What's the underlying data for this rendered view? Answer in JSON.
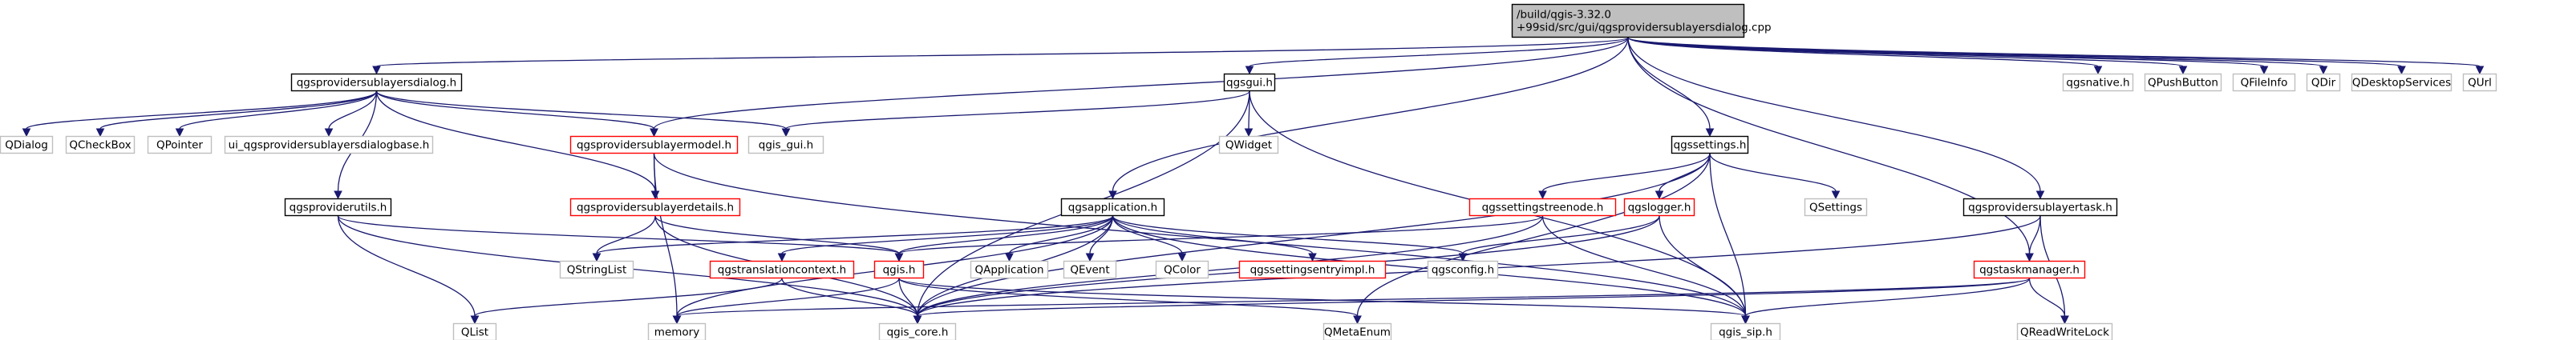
{
  "root": {
    "line1": "/build/qgis-3.32.0",
    "line2": "+99sid/src/gui/qgsprovidersublayersdialog.cpp"
  },
  "styles": {
    "root_fill": "#bfbfbf",
    "root_stroke": "#000000",
    "doc_stroke": "#000000",
    "missing_stroke": "#bfbfbf",
    "external_stroke": "#bfbfbf",
    "red_stroke": "#ff0000",
    "edge_color": "#191970",
    "node_fill": "#ffffff"
  },
  "nodes": [
    {
      "id": "qgsprovidersublayersdialog_h",
      "label": "qgsprovidersublayersdialog.h",
      "kind": "doc"
    },
    {
      "id": "qgsgui_h",
      "label": "qgsgui.h",
      "kind": "doc"
    },
    {
      "id": "qgsnative_h",
      "label": "qgsnative.h",
      "kind": "ext"
    },
    {
      "id": "QPushButton",
      "label": "QPushButton",
      "kind": "ext"
    },
    {
      "id": "QFileInfo",
      "label": "QFileInfo",
      "kind": "ext"
    },
    {
      "id": "QDir",
      "label": "QDir",
      "kind": "ext"
    },
    {
      "id": "QDesktopServices",
      "label": "QDesktopServices",
      "kind": "ext"
    },
    {
      "id": "QUrl",
      "label": "QUrl",
      "kind": "ext"
    },
    {
      "id": "QDialog",
      "label": "QDialog",
      "kind": "ext"
    },
    {
      "id": "QCheckBox",
      "label": "QCheckBox",
      "kind": "ext"
    },
    {
      "id": "QPointer",
      "label": "QPointer",
      "kind": "ext"
    },
    {
      "id": "ui_qgsprovidersublayersdialogbase_h",
      "label": "ui_qgsprovidersublayersdialogbase.h",
      "kind": "ext"
    },
    {
      "id": "qgsprovidersublayermodel_h",
      "label": "qgsprovidersublayermodel.h",
      "kind": "red"
    },
    {
      "id": "qgis_gui_h",
      "label": "qgis_gui.h",
      "kind": "ext"
    },
    {
      "id": "QWidget",
      "label": "QWidget",
      "kind": "ext"
    },
    {
      "id": "qgssettings_h",
      "label": "qgssettings.h",
      "kind": "doc"
    },
    {
      "id": "qgsproviderutils_h",
      "label": "qgsproviderutils.h",
      "kind": "doc"
    },
    {
      "id": "qgsprovidersublayerdetails_h",
      "label": "qgsprovidersublayerdetails.h",
      "kind": "red"
    },
    {
      "id": "qgsapplication_h",
      "label": "qgsapplication.h",
      "kind": "doc"
    },
    {
      "id": "qgssettingstreenode_h",
      "label": "qgssettingstreenode.h",
      "kind": "red"
    },
    {
      "id": "qgslogger_h",
      "label": "qgslogger.h",
      "kind": "red"
    },
    {
      "id": "QSettings",
      "label": "QSettings",
      "kind": "ext"
    },
    {
      "id": "qgsprovidersublayertask_h",
      "label": "qgsprovidersublayertask.h",
      "kind": "doc"
    },
    {
      "id": "QStringList",
      "label": "QStringList",
      "kind": "ext"
    },
    {
      "id": "qgstranslationcontext_h",
      "label": "qgstranslationcontext.h",
      "kind": "red"
    },
    {
      "id": "qgis_h",
      "label": "qgis.h",
      "kind": "red"
    },
    {
      "id": "QApplication",
      "label": "QApplication",
      "kind": "ext"
    },
    {
      "id": "QEvent",
      "label": "QEvent",
      "kind": "ext"
    },
    {
      "id": "QColor",
      "label": "QColor",
      "kind": "ext"
    },
    {
      "id": "qgssettingsentryimpl_h",
      "label": "qgssettingsentryimpl.h",
      "kind": "red"
    },
    {
      "id": "qgsconfig_h",
      "label": "qgsconfig.h",
      "kind": "ext"
    },
    {
      "id": "qgstaskmanager_h",
      "label": "qgstaskmanager.h",
      "kind": "red"
    },
    {
      "id": "QList",
      "label": "QList",
      "kind": "ext"
    },
    {
      "id": "memory",
      "label": "memory",
      "kind": "ext"
    },
    {
      "id": "qgis_core_h",
      "label": "qgis_core.h",
      "kind": "ext"
    },
    {
      "id": "QMetaEnum",
      "label": "QMetaEnum",
      "kind": "ext"
    },
    {
      "id": "qgis_sip_h",
      "label": "qgis_sip.h",
      "kind": "ext"
    },
    {
      "id": "QReadWriteLock",
      "label": "QReadWriteLock",
      "kind": "ext"
    }
  ],
  "edges": [
    [
      "root",
      "qgsprovidersublayersdialog_h"
    ],
    [
      "root",
      "qgsgui_h"
    ],
    [
      "root",
      "qgsnative_h"
    ],
    [
      "root",
      "QPushButton"
    ],
    [
      "root",
      "QFileInfo"
    ],
    [
      "root",
      "QDir"
    ],
    [
      "root",
      "QDesktopServices"
    ],
    [
      "root",
      "QUrl"
    ],
    [
      "root",
      "qgsprovidersublayermodel_h"
    ],
    [
      "root",
      "qgsapplication_h"
    ],
    [
      "root",
      "qgssettings_h"
    ],
    [
      "root",
      "qgsprovidersublayertask_h"
    ],
    [
      "root",
      "qgstaskmanager_h"
    ],
    [
      "qgsprovidersublayersdialog_h",
      "QDialog"
    ],
    [
      "qgsprovidersublayersdialog_h",
      "QCheckBox"
    ],
    [
      "qgsprovidersublayersdialog_h",
      "QPointer"
    ],
    [
      "qgsprovidersublayersdialog_h",
      "ui_qgsprovidersublayersdialogbase_h"
    ],
    [
      "qgsprovidersublayersdialog_h",
      "qgsprovidersublayermodel_h"
    ],
    [
      "qgsprovidersublayersdialog_h",
      "qgis_gui_h"
    ],
    [
      "qgsprovidersublayersdialog_h",
      "qgsprovidersublayerdetails_h"
    ],
    [
      "qgsprovidersublayersdialog_h",
      "qgsproviderutils_h"
    ],
    [
      "qgsgui_h",
      "qgis_gui_h"
    ],
    [
      "qgsgui_h",
      "QWidget"
    ],
    [
      "qgsgui_h",
      "qgis_sip_h"
    ],
    [
      "qgsgui_h",
      "qgis_core_h"
    ],
    [
      "qgsprovidersublayermodel_h",
      "qgsprovidersublayerdetails_h"
    ],
    [
      "qgsprovidersublayermodel_h",
      "qgis_sip_h"
    ],
    [
      "qgsprovidersublayermodel_h",
      "memory"
    ],
    [
      "qgsprovidersublayerdetails_h",
      "QStringList"
    ],
    [
      "qgsprovidersublayerdetails_h",
      "qgis_h"
    ],
    [
      "qgsprovidersublayerdetails_h",
      "qgis_core_h"
    ],
    [
      "qgsproviderutils_h",
      "qgis_h"
    ],
    [
      "qgsproviderutils_h",
      "QList"
    ],
    [
      "qgsproviderutils_h",
      "qgis_core_h"
    ],
    [
      "qgsapplication_h",
      "QStringList"
    ],
    [
      "qgsapplication_h",
      "qgstranslationcontext_h"
    ],
    [
      "qgsapplication_h",
      "qgis_h"
    ],
    [
      "qgsapplication_h",
      "QApplication"
    ],
    [
      "qgsapplication_h",
      "QEvent"
    ],
    [
      "qgsapplication_h",
      "QColor"
    ],
    [
      "qgsapplication_h",
      "qgssettingsentryimpl_h"
    ],
    [
      "qgsapplication_h",
      "qgsconfig_h"
    ],
    [
      "qgsapplication_h",
      "memory"
    ],
    [
      "qgsapplication_h",
      "qgis_core_h"
    ],
    [
      "qgsapplication_h",
      "qgis_sip_h"
    ],
    [
      "qgssettings_h",
      "qgssettingstreenode_h"
    ],
    [
      "qgssettings_h",
      "qgslogger_h"
    ],
    [
      "qgssettings_h",
      "QSettings"
    ],
    [
      "qgssettings_h",
      "qgis_core_h"
    ],
    [
      "qgssettings_h",
      "QMetaEnum"
    ],
    [
      "qgssettings_h",
      "qgis_sip_h"
    ],
    [
      "qgssettingstreenode_h",
      "qgis_h"
    ],
    [
      "qgssettingstreenode_h",
      "qgis_core_h"
    ],
    [
      "qgssettingstreenode_h",
      "qgis_sip_h"
    ],
    [
      "qgslogger_h",
      "qgsconfig_h"
    ],
    [
      "qgslogger_h",
      "qgis_core_h"
    ],
    [
      "qgslogger_h",
      "qgis_sip_h"
    ],
    [
      "qgstranslationcontext_h",
      "QList"
    ],
    [
      "qgstranslationcontext_h",
      "qgis_core_h"
    ],
    [
      "qgis_h",
      "memory"
    ],
    [
      "qgis_h",
      "qgis_core_h"
    ],
    [
      "qgis_h",
      "QMetaEnum"
    ],
    [
      "qgis_h",
      "qgis_sip_h"
    ],
    [
      "qgsprovidersublayertask_h",
      "qgstaskmanager_h"
    ],
    [
      "qgsprovidersublayertask_h",
      "QReadWriteLock"
    ],
    [
      "qgsprovidersublayertask_h",
      "qgis_core_h"
    ],
    [
      "qgstaskmanager_h",
      "QReadWriteLock"
    ],
    [
      "qgstaskmanager_h",
      "qgis_sip_h"
    ],
    [
      "qgstaskmanager_h",
      "memory"
    ],
    [
      "qgstaskmanager_h",
      "qgis_core_h"
    ]
  ]
}
